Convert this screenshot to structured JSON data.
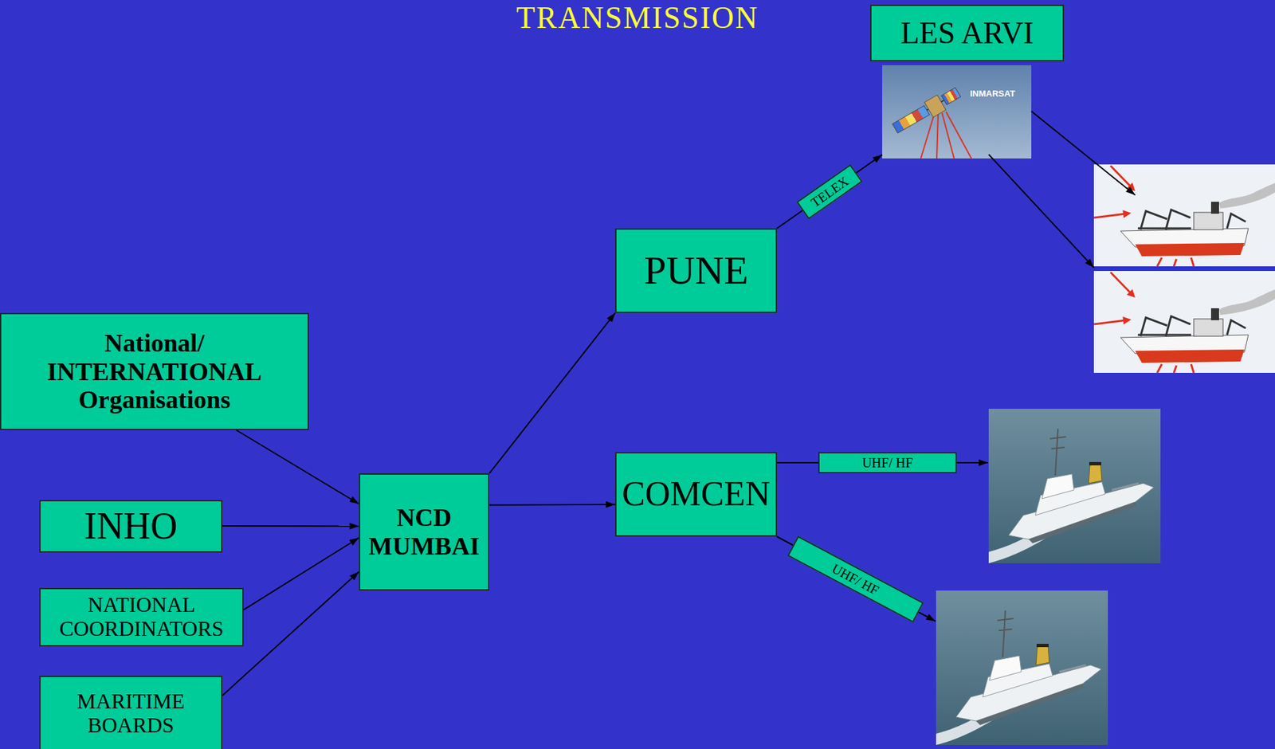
{
  "diagram": {
    "title": "TRANSMISSION",
    "nodes": [
      {
        "text": [
          "National/ INTERNATIONAL Organisations"
        ]
      },
      {
        "text": [
          "INHO"
        ]
      },
      {
        "text": [
          "NATIONAL COORDINATORS"
        ]
      },
      {
        "text": [
          "MARITIME BOARDS"
        ]
      },
      {
        "text": [
          "NCD MUMBAI"
        ]
      },
      {
        "text": [
          "PUNE"
        ]
      },
      {
        "text": [
          "COMCEN"
        ]
      },
      {
        "text": [
          "LES ARVI"
        ]
      },
      {
        "text": [
          "INMARSAT"
        ]
      }
    ],
    "edges": [
      {
        "from": 0,
        "to": 4,
        "arrow": "to"
      },
      {
        "from": 1,
        "to": 4,
        "arrow": "to"
      },
      {
        "from": 2,
        "to": 4,
        "arrow": "to"
      },
      {
        "from": 3,
        "to": 4,
        "arrow": "to"
      },
      {
        "from": 4,
        "to": 5,
        "arrow": "to"
      },
      {
        "from": 4,
        "to": 6,
        "arrow": "to"
      },
      {
        "from": 5,
        "to": 8,
        "label": "TELEX",
        "arrow": "to"
      }
    ],
    "labels": [
      "UHF/ HF",
      "UHF/ HF"
    ]
  }
}
